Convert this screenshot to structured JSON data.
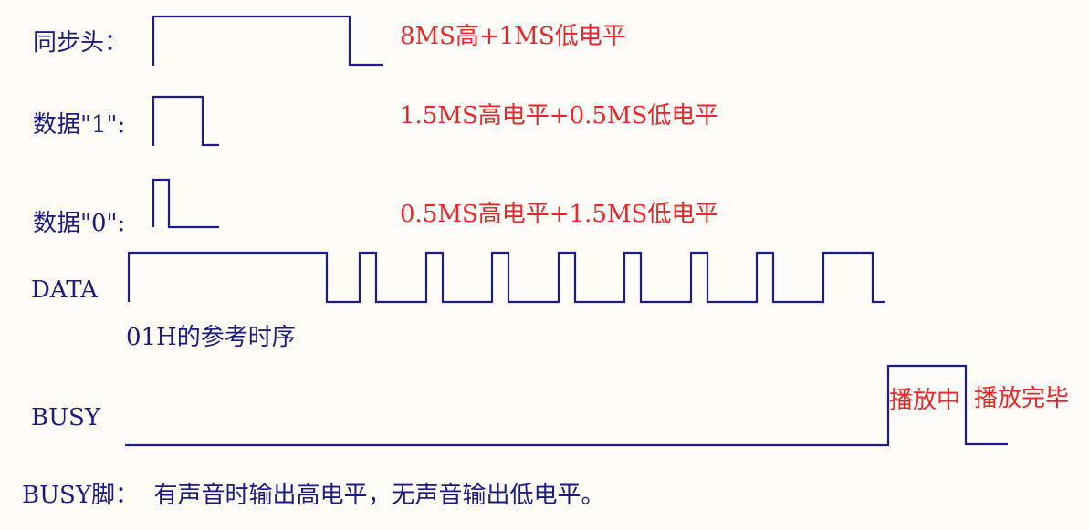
{
  "labels": {
    "sync": "同步头：",
    "data1": "数据\"1\":",
    "data0": "数据\"0\":",
    "data": "DATA",
    "timing_caption": "01H的参考时序",
    "busy": "BUSY"
  },
  "annotations": {
    "sync": "8MS高+1MS低电平",
    "data1": "1.5MS高电平+0.5MS低电平",
    "data0": "0.5MS高电平+1.5MS低电平",
    "busy_playing": "播放中",
    "busy_done": "播放完毕"
  },
  "footer": "BUSY脚：  有声音时输出高电平，无声音输出低电平。",
  "colors": {
    "line": "#1c1c8a",
    "label": "#1a1a80",
    "annotation": "#e8262a"
  }
}
